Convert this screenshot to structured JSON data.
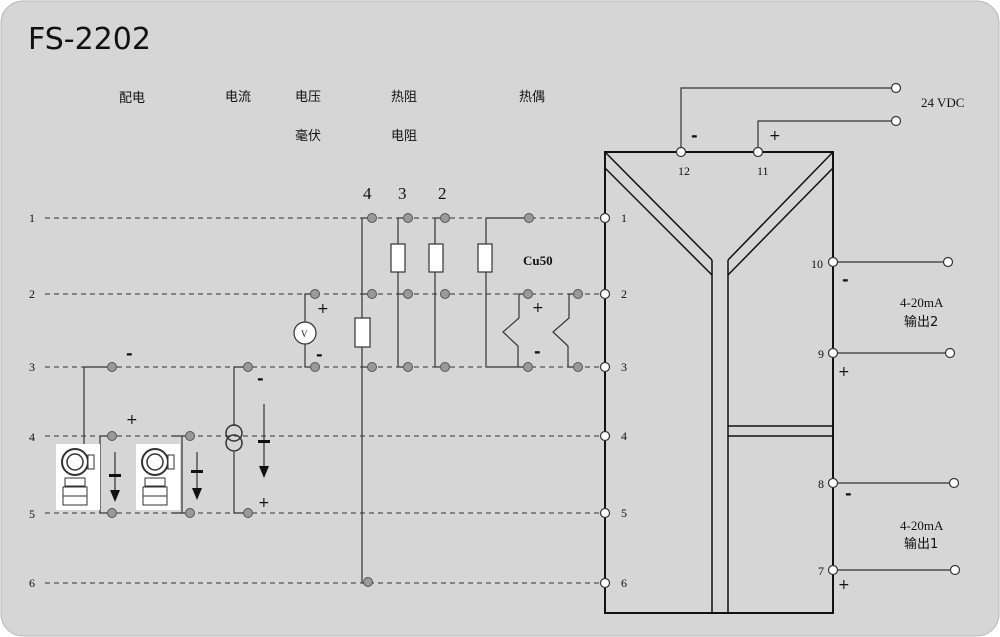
{
  "title": "FS-2202",
  "categories": {
    "power_dist": "配电",
    "current": "电流",
    "voltage": "电压",
    "millivolt": "毫伏",
    "rtd": "热阻",
    "resistance": "电阻",
    "thermocouple": "热偶"
  },
  "input_rows": [
    "1",
    "2",
    "3",
    "4",
    "5",
    "6"
  ],
  "input_terminals": [
    "1",
    "2",
    "3",
    "4",
    "5",
    "6"
  ],
  "wire_count_labels": [
    "4",
    "3",
    "2"
  ],
  "cu50_label": "Cu50",
  "voltmeter_symbol": "V",
  "power": {
    "label": "24 VDC",
    "neg_terminal": "12",
    "pos_terminal": "11",
    "neg_sign": "-",
    "pos_sign": "+"
  },
  "outputs": [
    {
      "name": "4-20mA",
      "sub": "输出2",
      "neg_terminal": "10",
      "pos_terminal": "9"
    },
    {
      "name": "4-20mA",
      "sub": "输出1",
      "neg_terminal": "8",
      "pos_terminal": "7"
    }
  ],
  "signs": {
    "plus": "+",
    "minus": "-"
  },
  "colors": {
    "background": "#d6d6d6",
    "module_border": "#000000",
    "wire": "#333333"
  }
}
